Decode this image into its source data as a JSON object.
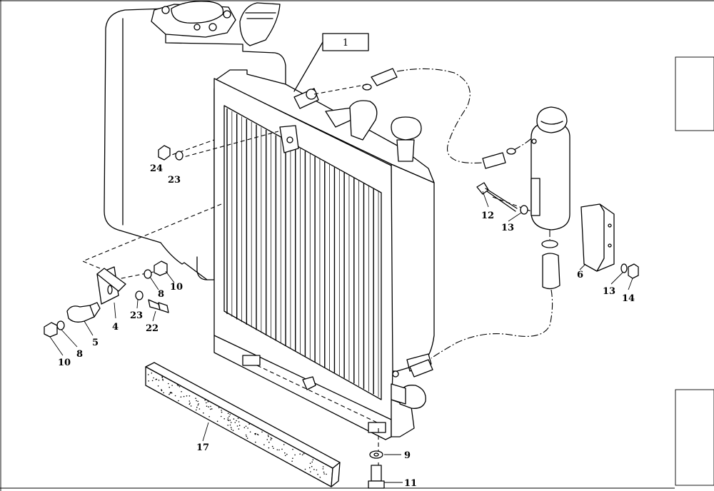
{
  "callout_box": "1",
  "labels": {
    "p24": "24",
    "p23a": "23",
    "p12": "12",
    "p13a": "13",
    "p10a": "10",
    "p8a": "8",
    "p23b": "23",
    "p22": "22",
    "p4": "4",
    "p5": "5",
    "p8b": "8",
    "p10b": "10",
    "p6": "6",
    "p13b": "13",
    "p14": "14",
    "p17": "17",
    "p9": "9",
    "p11": "11"
  }
}
